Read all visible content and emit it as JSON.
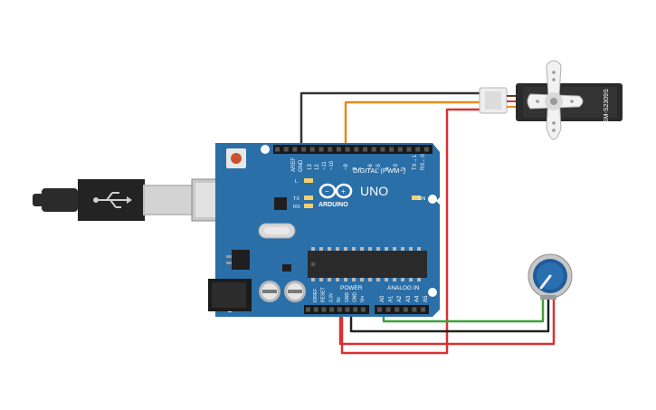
{
  "board": {
    "brand": "ARDUINO",
    "model": "UNO",
    "digital_header_label": "DIGITAL (PWM~)",
    "power_label": "POWER",
    "analog_label": "ANALOG IN",
    "led_labels": [
      "L",
      "TX",
      "RX"
    ],
    "on_label": "ON",
    "aref_label": "AREF",
    "gnd_label": "GND",
    "digital_pins": [
      "13",
      "12",
      "~11",
      "~10",
      "~9",
      "8",
      "7",
      "~6",
      "~5",
      "4",
      "~3",
      "2",
      "TX→1",
      "RX←0"
    ],
    "power_pins": [
      "IOREF",
      "RESET",
      "3.3V",
      "5V",
      "GND",
      "GND",
      "Vin"
    ],
    "analog_pins": [
      "A0",
      "A1",
      "A2",
      "A3",
      "A4",
      "A5"
    ]
  },
  "servo": {
    "model": "SM-S2309S"
  },
  "colors": {
    "board": "#2a6fa8",
    "wire_black": "#333333",
    "wire_orange": "#e98a1c",
    "wire_red": "#d83232",
    "wire_green": "#3aa23a",
    "servo_body": "#2a2a2a",
    "pot_knob": "#1e5c9a"
  },
  "icons": {
    "usb_cable": "usb-cable-icon",
    "power_jack": "dc-jack-icon",
    "reset_button": "reset-button-icon"
  }
}
